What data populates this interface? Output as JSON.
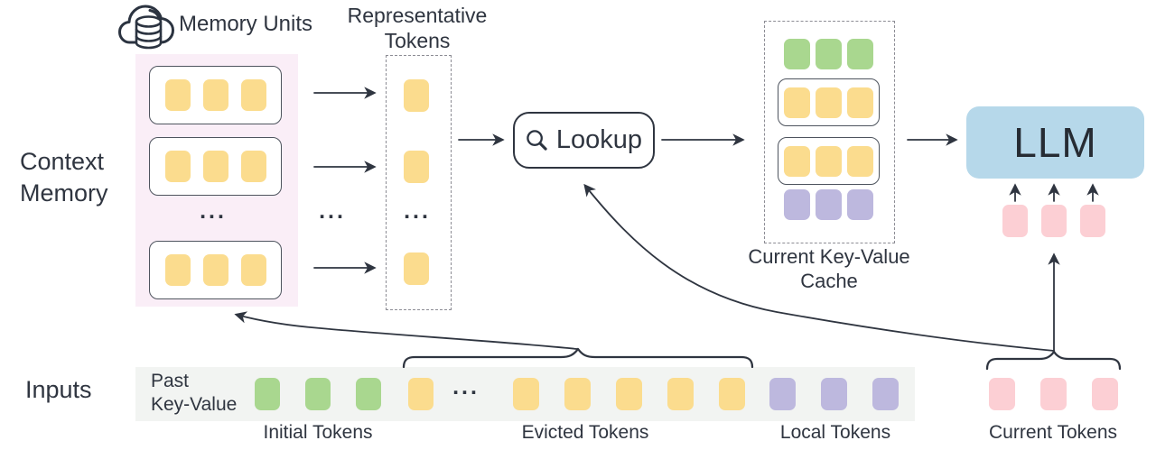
{
  "labels": {
    "memory_units": "Memory Units",
    "context_memory": "Context\nMemory",
    "representative_tokens": "Representative\nTokens",
    "lookup": "Lookup",
    "current_kv_cache": "Current Key-Value\nCache",
    "llm": "LLM",
    "inputs": "Inputs",
    "past_key_value": "Past\nKey-Value",
    "initial_tokens": "Initial Tokens",
    "evicted_tokens": "Evicted Tokens",
    "local_tokens": "Local Tokens",
    "current_tokens": "Current Tokens",
    "ellipsis": "..."
  },
  "colors": {
    "yellow": "#fbdc8e",
    "green": "#a9d78f",
    "purple": "#bdb8de",
    "pink": "#fccfd4",
    "blue_llm": "#b6d8ea",
    "memory_bg": "#faeef7",
    "strip_bg": "#f2f4f2",
    "ink": "#2f3540"
  },
  "diagram": {
    "memory_units": [
      {
        "color": "yellow",
        "count": 3
      },
      {
        "color": "yellow",
        "count": 3
      },
      {
        "color": "yellow",
        "count": 3
      }
    ],
    "representative_tokens": [
      {
        "color": "yellow",
        "count": 1
      },
      {
        "color": "yellow",
        "count": 1
      },
      {
        "color": "yellow",
        "count": 1
      }
    ],
    "cache_rows": [
      {
        "color": "green",
        "count": 3,
        "boxed": false
      },
      {
        "color": "yellow",
        "count": 3,
        "boxed": true
      },
      {
        "color": "yellow",
        "count": 3,
        "boxed": true
      },
      {
        "color": "purple",
        "count": 3,
        "boxed": false
      }
    ],
    "llm_input_tokens": {
      "color": "pink",
      "count": 3
    },
    "input_strip_groups": [
      {
        "name": "initial",
        "color": "green",
        "count": 3
      },
      {
        "name": "evicted_head",
        "color": "yellow",
        "count": 1
      },
      {
        "name": "evicted_tail",
        "color": "yellow",
        "count": 5
      },
      {
        "name": "local",
        "color": "purple",
        "count": 3
      }
    ],
    "current_tokens": {
      "color": "pink",
      "count": 3
    }
  }
}
